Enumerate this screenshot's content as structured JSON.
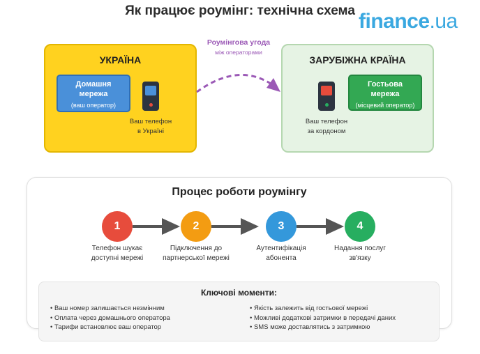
{
  "header": {
    "title": "Як працює роумінг: технічна схема",
    "logo_main": "finance",
    "logo_suffix": ".ua"
  },
  "ukraine": {
    "title": "УКРАЇНА",
    "network_title": "Домашня мережа",
    "network_sub": "(ваш оператор)",
    "phone_caption_1": "Ваш телефон",
    "phone_caption_2": "в Україні"
  },
  "foreign": {
    "title": "ЗАРУБІЖНА КРАЇНА",
    "network_title": "Гостьова мережа",
    "network_sub": "(місцевий оператор)",
    "phone_caption_1": "Ваш телефон",
    "phone_caption_2": "за кордоном"
  },
  "agreement": {
    "title": "Роумінгова угода",
    "subtitle": "між операторами"
  },
  "process": {
    "title": "Процес роботи роумінгу",
    "steps": [
      {
        "number": "1",
        "label_1": "Телефон шукає",
        "label_2": "доступні мережі",
        "color": "#e74c3c"
      },
      {
        "number": "2",
        "label_1": "Підключення до",
        "label_2": "партнерської мережі",
        "color": "#f39c12"
      },
      {
        "number": "3",
        "label_1": "Аутентифікація",
        "label_2": "абонента",
        "color": "#3498db"
      },
      {
        "number": "4",
        "label_1": "Надання послуг",
        "label_2": "зв'язку",
        "color": "#27ae60"
      }
    ]
  },
  "key_moments": {
    "title": "Ключові моменти:",
    "left": [
      "Ваш номер залишається незмінним",
      "Оплата через домашнього оператора",
      "Тарифи встановлює ваш оператор"
    ],
    "right": [
      "Якість залежить від гостьової мережі",
      "Можливі додаткові затримки в передачі даних",
      "SMS може доставлятись з затримкою"
    ]
  },
  "colors": {
    "ukraine_bg": "#ffd21f",
    "foreign_bg": "#e6f3e4",
    "home_network": "#4a90d9",
    "guest_network": "#33a853",
    "agreement": "#9b59b6",
    "logo": "#3aa8e0"
  }
}
